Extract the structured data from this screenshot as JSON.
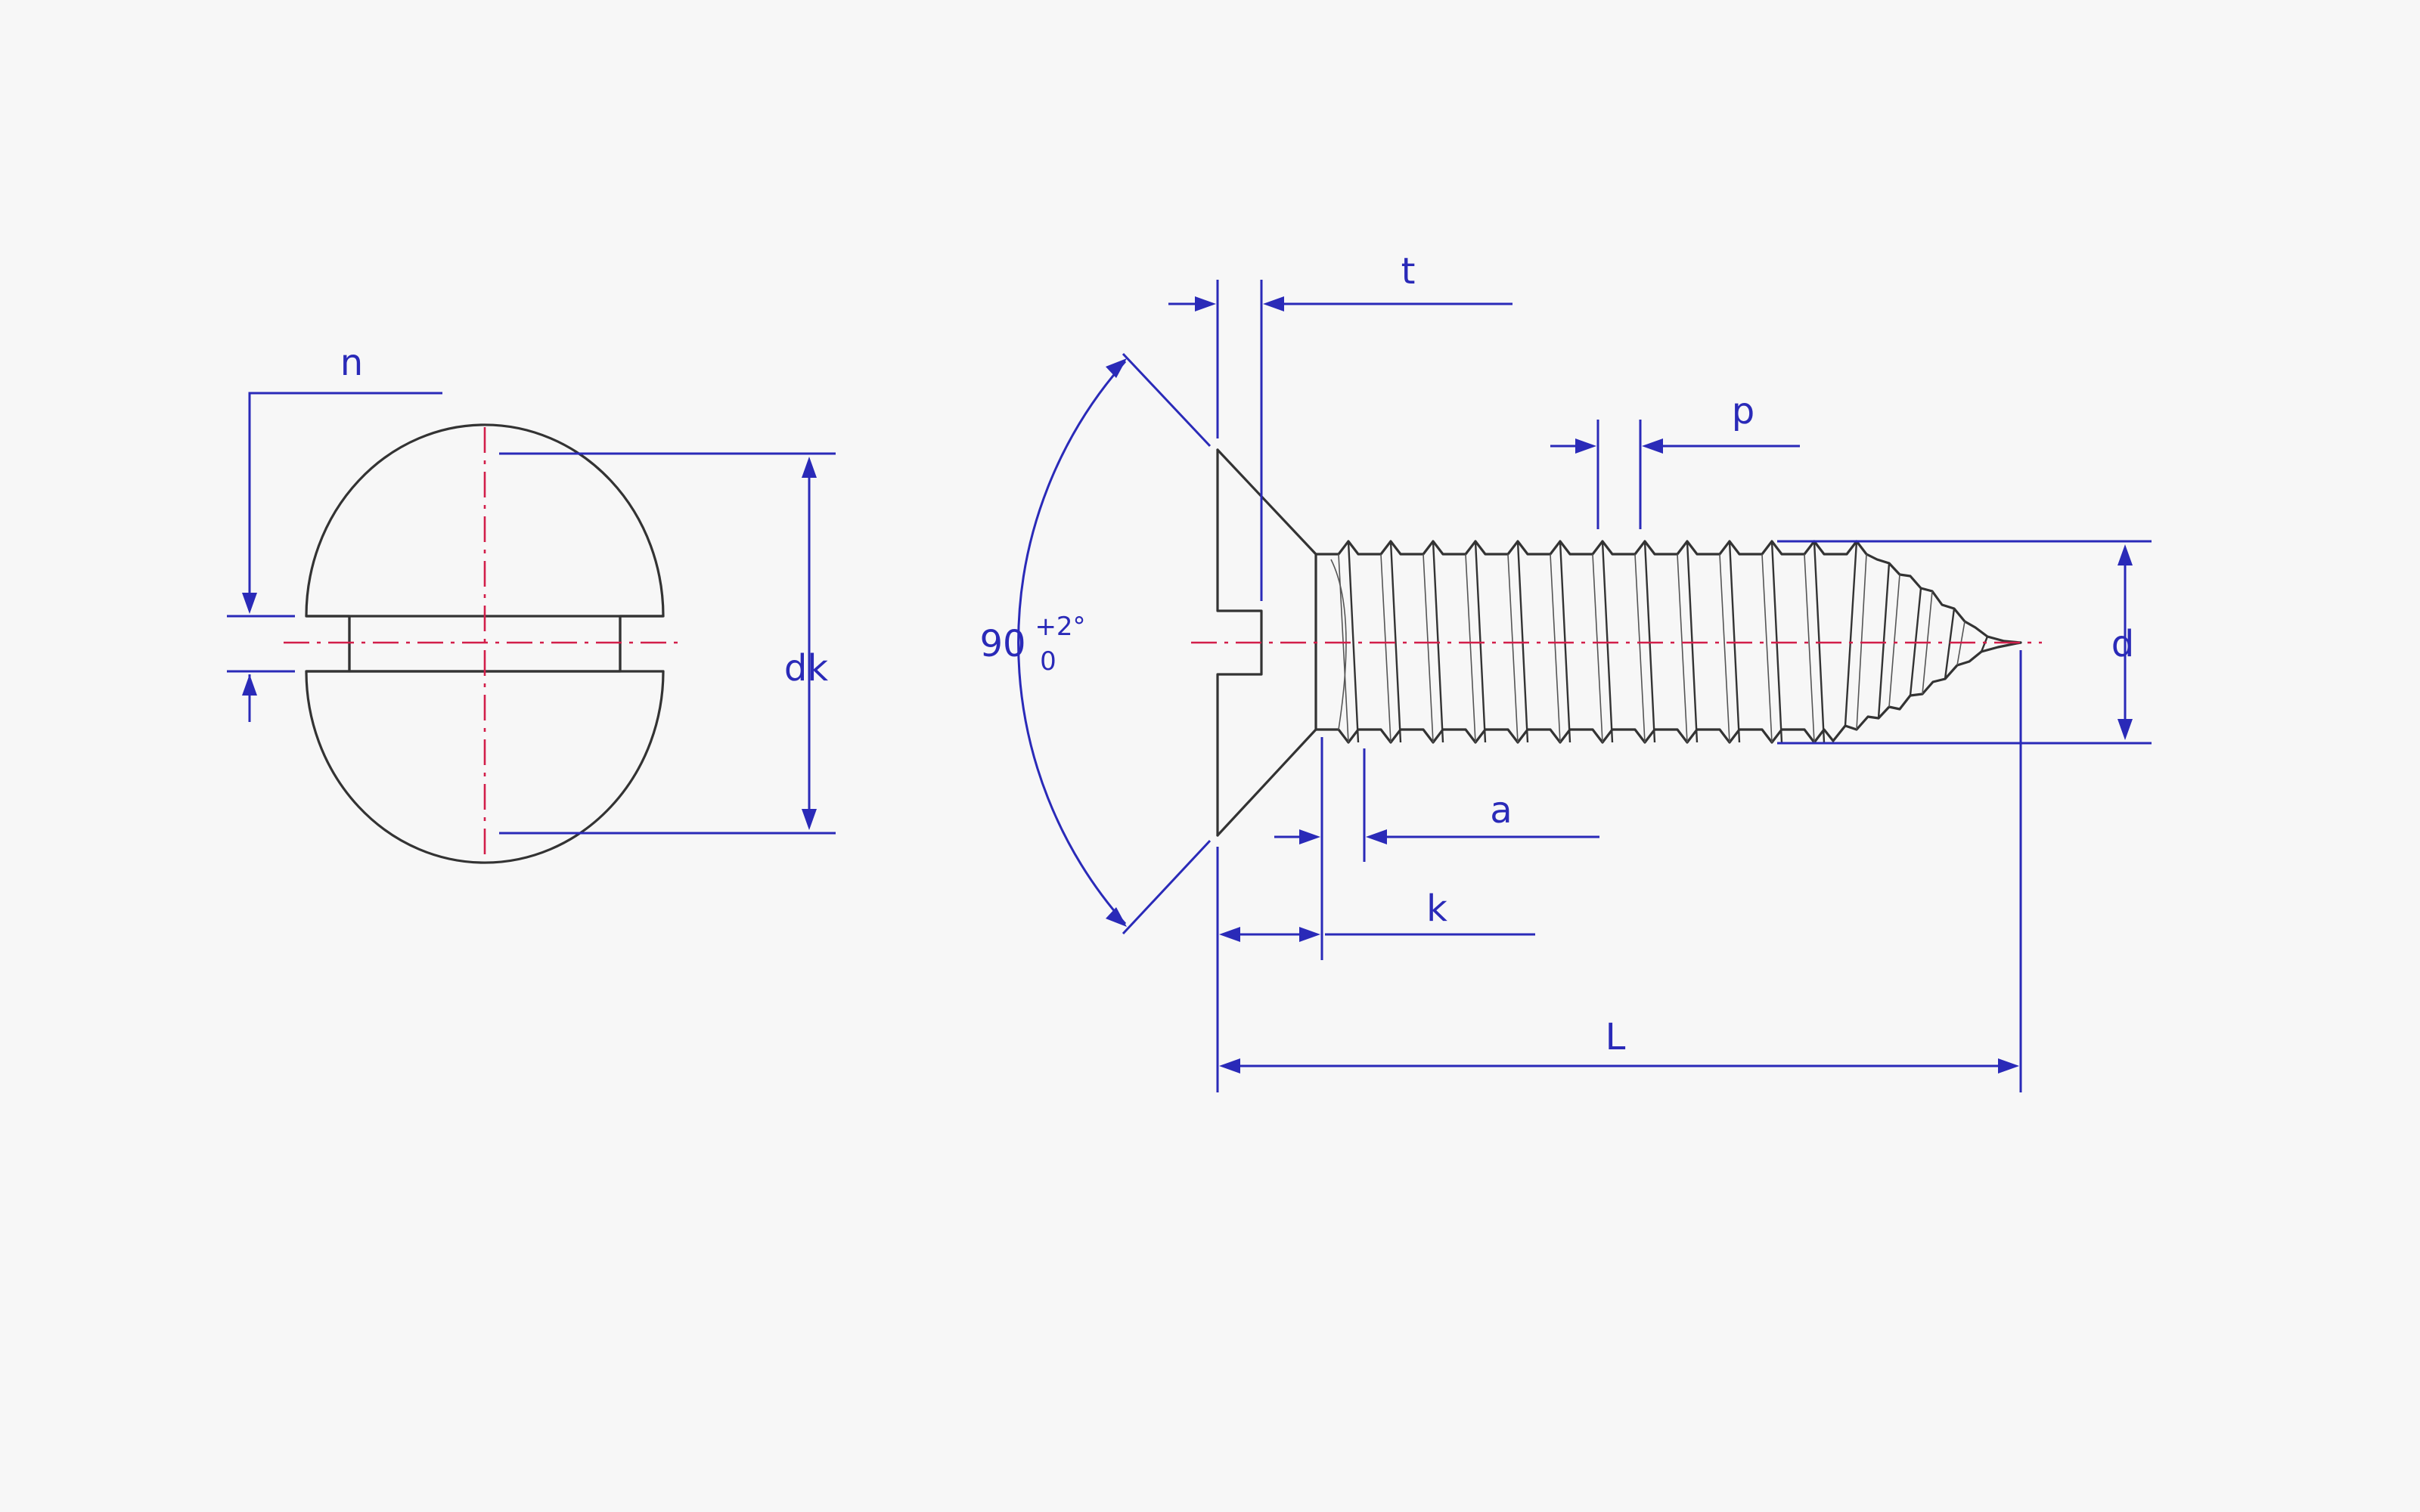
{
  "labels": {
    "n": "n",
    "dk": "dk",
    "t": "t",
    "p": "p",
    "d": "d",
    "a": "a",
    "k": "k",
    "L": "L",
    "angle_value": "90",
    "angle_tol_upper": "+2°",
    "angle_tol_lower": "0"
  },
  "colors": {
    "outline": "#333333",
    "dimension": "#2a2ab8",
    "centerline": "#d21e4a",
    "background": "#f7f7f7"
  }
}
